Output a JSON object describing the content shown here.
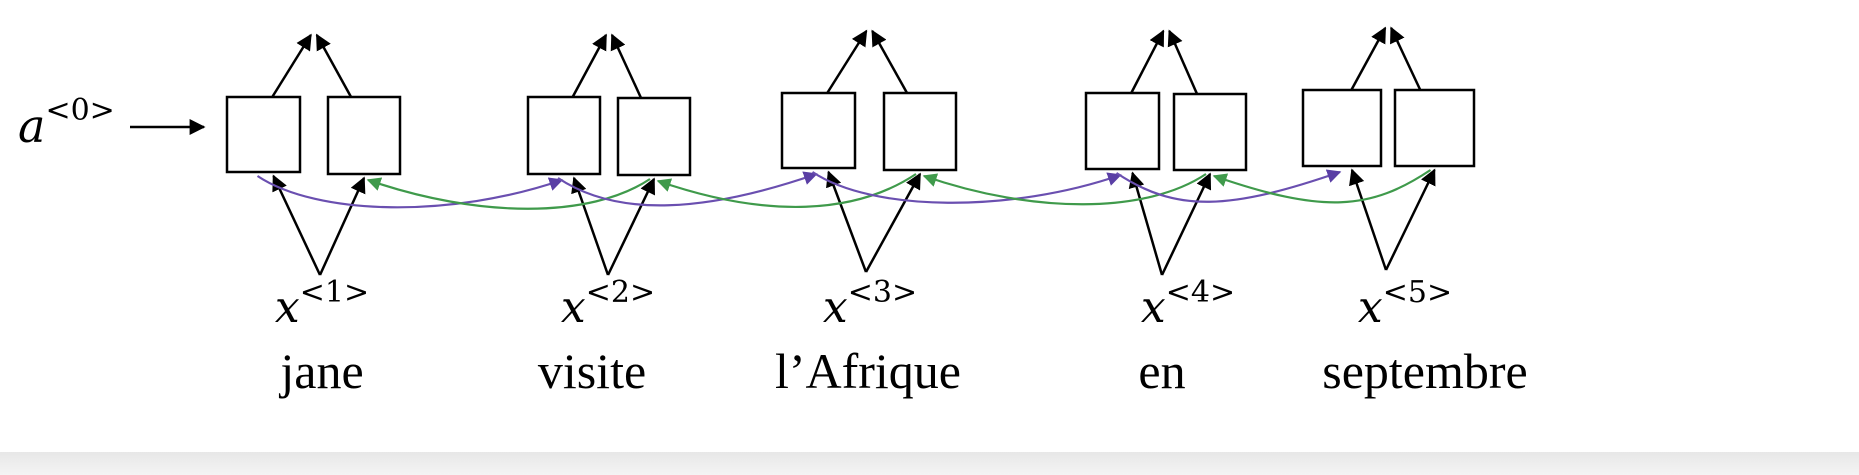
{
  "initial_activation": {
    "symbol": "a",
    "superscript": "<0>"
  },
  "timesteps": [
    {
      "input_symbol": "x",
      "superscript": "<1>",
      "word": "jane"
    },
    {
      "input_symbol": "x",
      "superscript": "<2>",
      "word": "visite"
    },
    {
      "input_symbol": "x",
      "superscript": "<3>",
      "word": "l’Afrique"
    },
    {
      "input_symbol": "x",
      "superscript": "<4>",
      "word": "en"
    },
    {
      "input_symbol": "x",
      "superscript": "<5>",
      "word": "septembre"
    }
  ],
  "colors": {
    "forward_connection": "#6a4fb0",
    "backward_connection": "#3f9a4b",
    "stroke": "#000000",
    "bottom_bar": "#ececec"
  }
}
